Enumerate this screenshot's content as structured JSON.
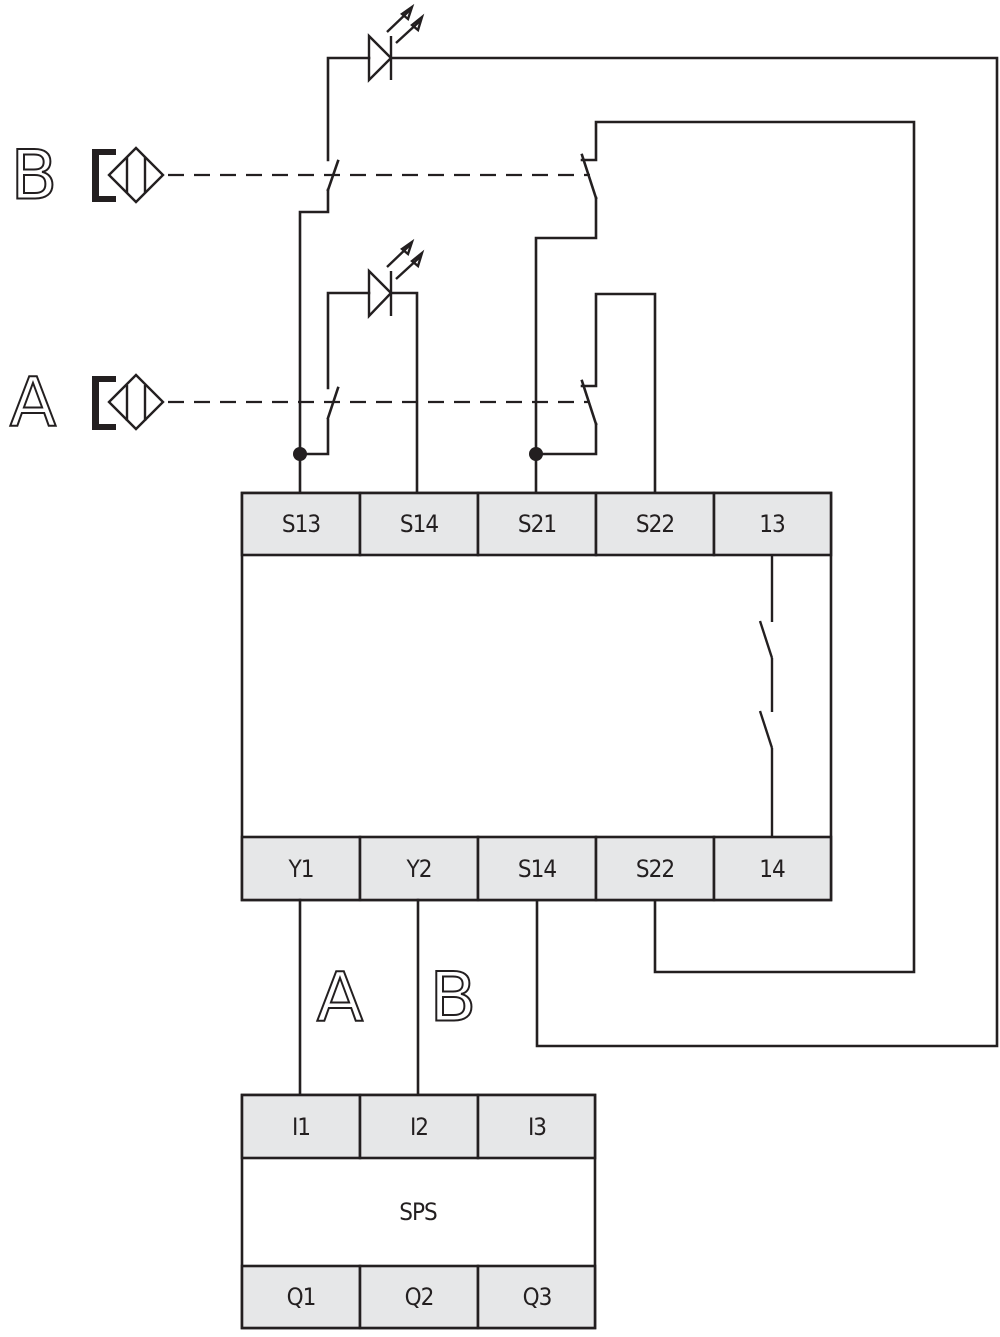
{
  "diagram": {
    "type": "electrical-wiring-schematic",
    "sensors": [
      {
        "id": "B",
        "label": "B",
        "symbol": "proximity-sensor-icon"
      },
      {
        "id": "A",
        "label": "A",
        "symbol": "proximity-sensor-icon"
      }
    ],
    "relay": {
      "top_terminals": [
        "S13",
        "S14",
        "S21",
        "S22",
        "13"
      ],
      "bottom_terminals": [
        "Y1",
        "Y2",
        "S14",
        "S22",
        "14"
      ]
    },
    "signal_labels": {
      "a": "A",
      "b": "B"
    },
    "plc": {
      "title": "SPS",
      "inputs": [
        "I1",
        "I2",
        "I3"
      ],
      "outputs": [
        "Q1",
        "Q2",
        "Q3"
      ]
    },
    "colors": {
      "line": "#231f20",
      "terminal_fill": "#e6e7e8",
      "background": "#ffffff"
    }
  }
}
